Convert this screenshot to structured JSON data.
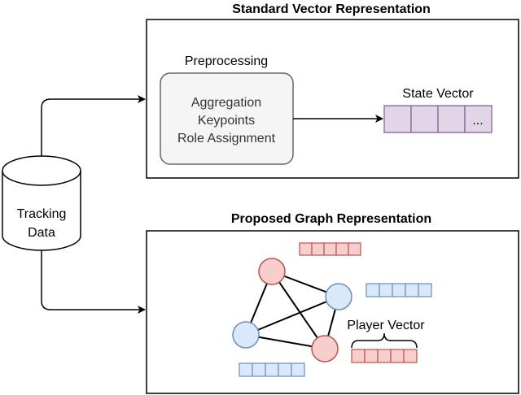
{
  "titles": {
    "standard": "Standard Vector Representation",
    "graph": "Proposed Graph Representation"
  },
  "source": {
    "line1": "Tracking",
    "line2": "Data"
  },
  "preprocessing": {
    "title": "Preprocessing",
    "steps": [
      "Aggregation",
      "Keypoints",
      "Role Assignment"
    ]
  },
  "state_vector": {
    "label": "State Vector",
    "ellipsis": "..."
  },
  "player_vector": {
    "label": "Player Vector"
  },
  "colors": {
    "purple_fill": "#e1d5e7",
    "purple_stroke": "#9673a6",
    "red_fill": "#f8cecc",
    "red_stroke": "#b85450",
    "blue_fill": "#dae8fc",
    "blue_stroke": "#6c8ebf",
    "grey_fill": "#f5f5f5",
    "grey_stroke": "#666666"
  }
}
